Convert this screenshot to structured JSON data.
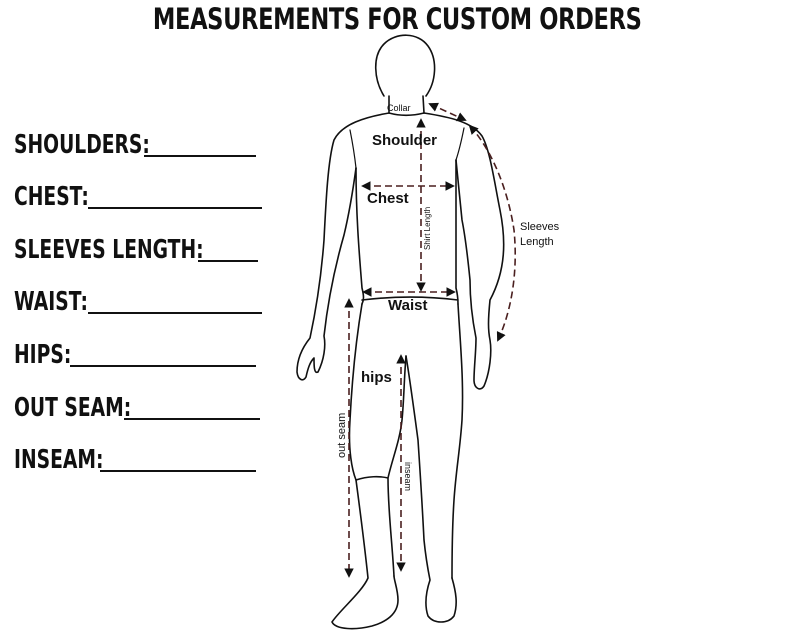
{
  "title": "MEASUREMENTS FOR CUSTOM ORDERS",
  "form": {
    "fields": [
      {
        "label": "SHOULDERS:"
      },
      {
        "label": "CHEST:"
      },
      {
        "label": "SLEEVES LENGTH:"
      },
      {
        "label": "WAIST:"
      },
      {
        "label": "HIPS:"
      },
      {
        "label": "OUT SEAM:"
      },
      {
        "label": "INSEAM:"
      }
    ]
  },
  "diagram": {
    "labels": {
      "collar": "Collar",
      "shoulder": "Shoulder",
      "chest": "Chest",
      "shirt_length": "Shirt Length",
      "sleeves_line1": "Sleeves",
      "sleeves_line2": "Length",
      "waist": "Waist",
      "hips": "hips",
      "out_seam": "out seam",
      "inseam": "inseam"
    },
    "colors": {
      "outline": "#111111",
      "measure_line": "#4a1f1f"
    }
  }
}
